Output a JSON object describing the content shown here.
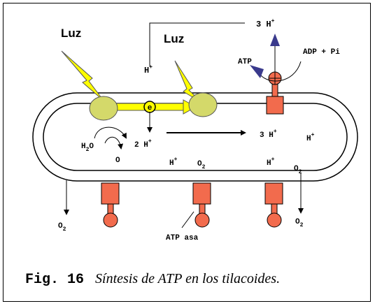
{
  "labels": {
    "luz_left": "Luz",
    "luz_right": "Luz",
    "h_plus_sym": "H",
    "plus_sup": "+",
    "three_h": "3 H",
    "atp": "ATP",
    "adp_pi": "ADP + Pi",
    "electron": "e",
    "water_h": "H",
    "water_sub": "2",
    "water_o": "O",
    "two_h": "2 H",
    "o_sym": "O",
    "o2": "O",
    "o2_sub": "2",
    "three_h_lumen": "3 H",
    "atp_asa": "ATP asa"
  },
  "caption": {
    "figure": "Fig. 16",
    "text": "Síntesis de ATP en los tilacoides."
  },
  "colors": {
    "photosystem": "#d4d96a",
    "lightning": "#ffff00",
    "atp_synthase": "#f26b4d",
    "arrow_blue": "#3a3a8c"
  },
  "icons": [
    "lightning-bolt-icon",
    "photosystem-icon",
    "atp-synthase-icon",
    "arrow-icon"
  ]
}
